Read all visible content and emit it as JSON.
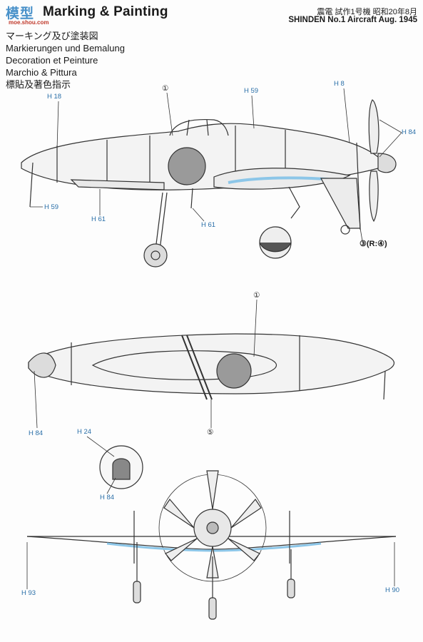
{
  "header": {
    "title": "Marking & Painting",
    "lines": [
      "マーキング及び塗装図",
      "Markierungen und Bemalung",
      "Decoration et Peinture",
      "Marchio & Pittura",
      "標貼及著色指示"
    ],
    "caption_jp": "震電 試作1号機 昭和20年8月",
    "caption_en": "SHINDEN No.1 Aircraft Aug. 1945",
    "watermark": "模型",
    "watermark_sub": "moe.shou.com"
  },
  "labels": {
    "h18": "H 18",
    "h59_top": "H 59",
    "h8": "H 8",
    "h84_prop": "H 84",
    "h59_left": "H 59",
    "h61_a": "H 61",
    "h61_b": "H 61",
    "mark1_top": "①",
    "mark3": "③(R:④)",
    "mark1_mid": "①",
    "h84_nose": "H 84",
    "mark5": "⑤",
    "h24": "H 24",
    "h84_detail": "H 84",
    "h93": "H 93",
    "h90": "H 90"
  }
}
